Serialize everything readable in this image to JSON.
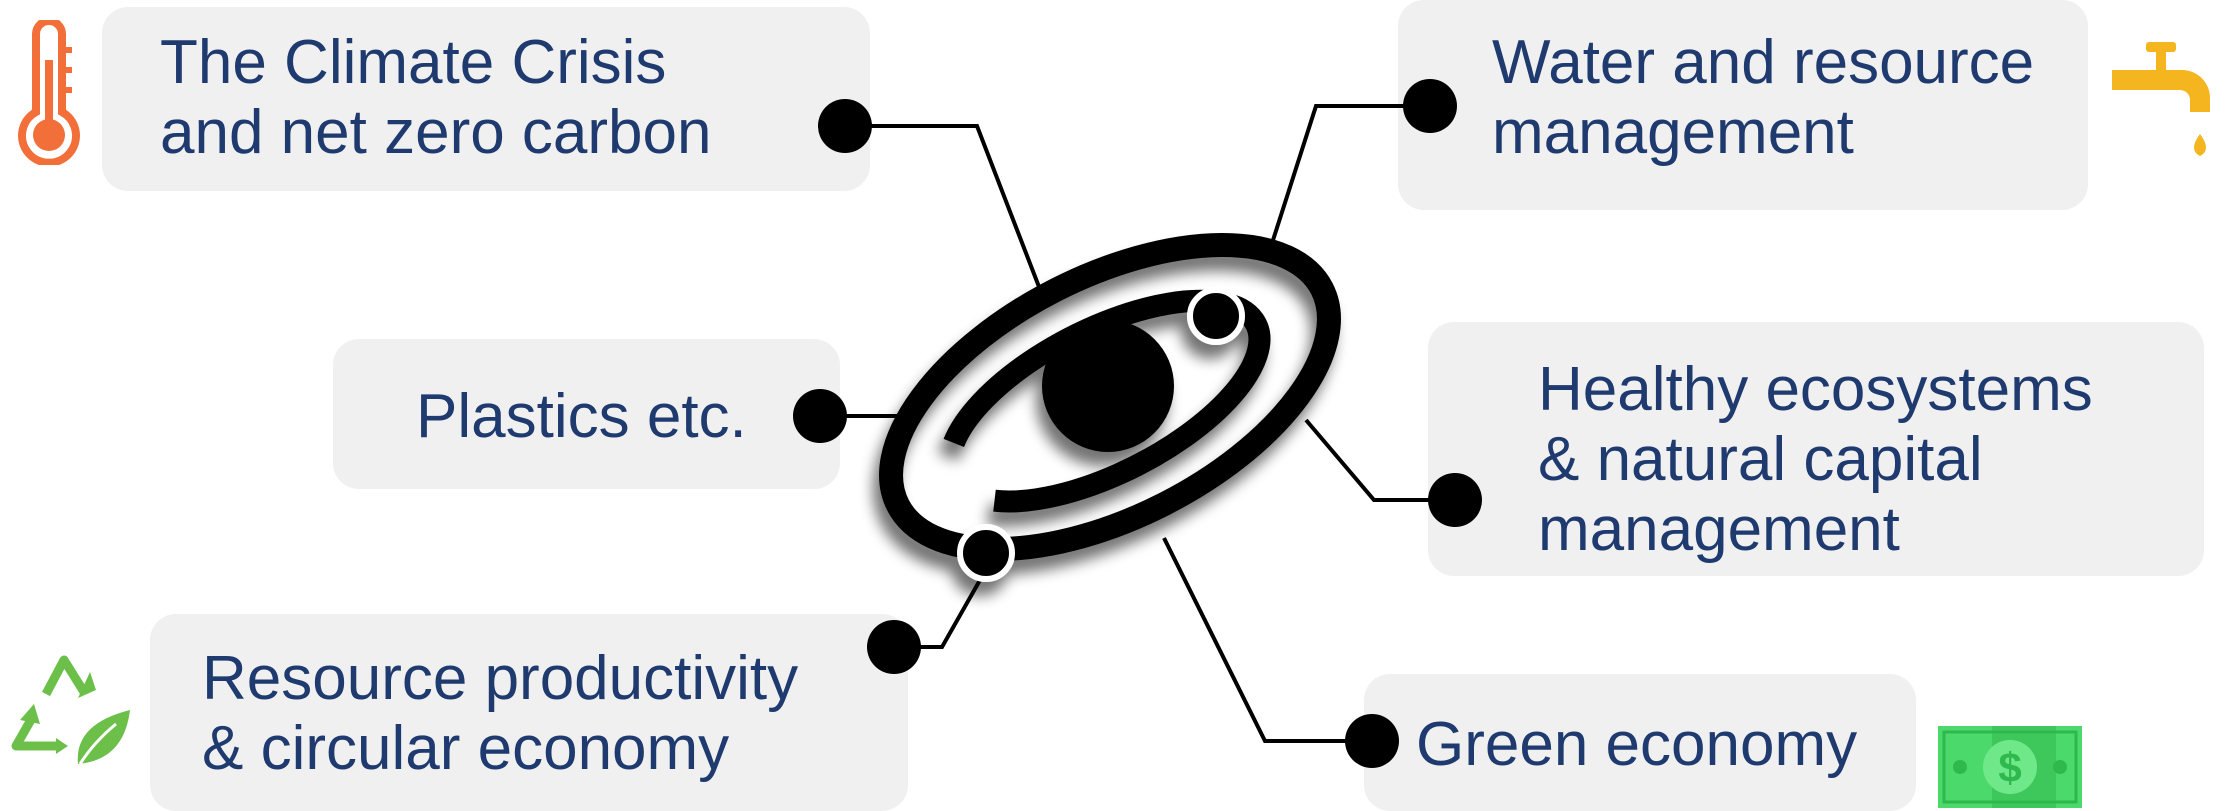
{
  "topics": [
    {
      "id": "climate",
      "lines": [
        "The Climate Crisis",
        "and net zero carbon"
      ],
      "icon": "thermometer-icon"
    },
    {
      "id": "water",
      "lines": [
        "Water and resource",
        "management"
      ],
      "icon": "water-tap-icon"
    },
    {
      "id": "plastics",
      "lines": [
        "Plastics etc."
      ],
      "icon": ""
    },
    {
      "id": "ecosystems",
      "lines": [
        "Healthy ecosystems",
        "& natural capital",
        "management"
      ],
      "icon": ""
    },
    {
      "id": "resource",
      "lines": [
        "Resource productivity",
        "& circular economy"
      ],
      "icon": "recycle-leaf-icon"
    },
    {
      "id": "green",
      "lines": [
        "Green economy"
      ],
      "icon": "dollar-banknote-icon"
    }
  ],
  "center_icon": "orbit-atom-icon",
  "colors": {
    "text": "#1f3a6e",
    "box": "#f0f0f0",
    "connector": "#000000",
    "thermometer": "#f36f3a",
    "tap": "#f5b51f",
    "recycle": "#6cc04a",
    "banknote": "#4cd96b"
  }
}
